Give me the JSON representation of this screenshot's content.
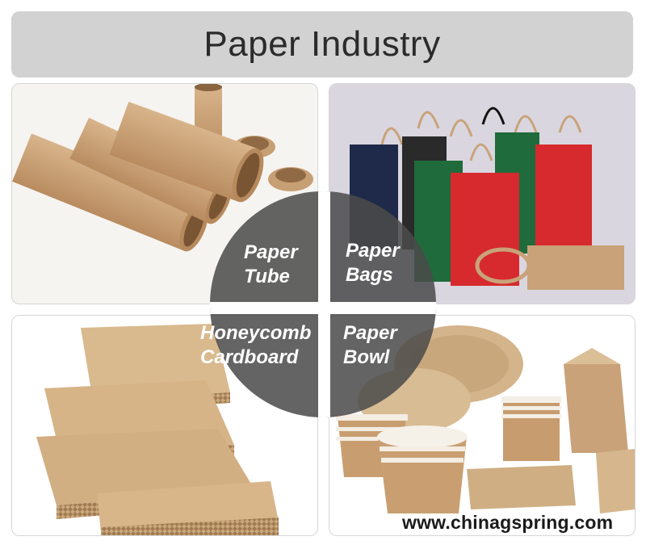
{
  "title": "Paper Industry",
  "categories": [
    {
      "id": "tube",
      "line1": "Paper",
      "line2": "Tube"
    },
    {
      "id": "bags",
      "line1": "Paper",
      "line2": "Bags"
    },
    {
      "id": "honeycomb",
      "line1": "Honeycomb",
      "line2": "Cardboard"
    },
    {
      "id": "bowl",
      "line1": "Paper",
      "line2": "Bowl"
    }
  ],
  "watermark": "www.chinagspring.com",
  "colors": {
    "title_bar": "#d2d2d2",
    "label_circle": "#4b4b4b",
    "kraft": "#c9a27a",
    "bag_red": "#d62a2e",
    "bag_green": "#1f6b3c",
    "bag_navy": "#1f2a4a"
  }
}
